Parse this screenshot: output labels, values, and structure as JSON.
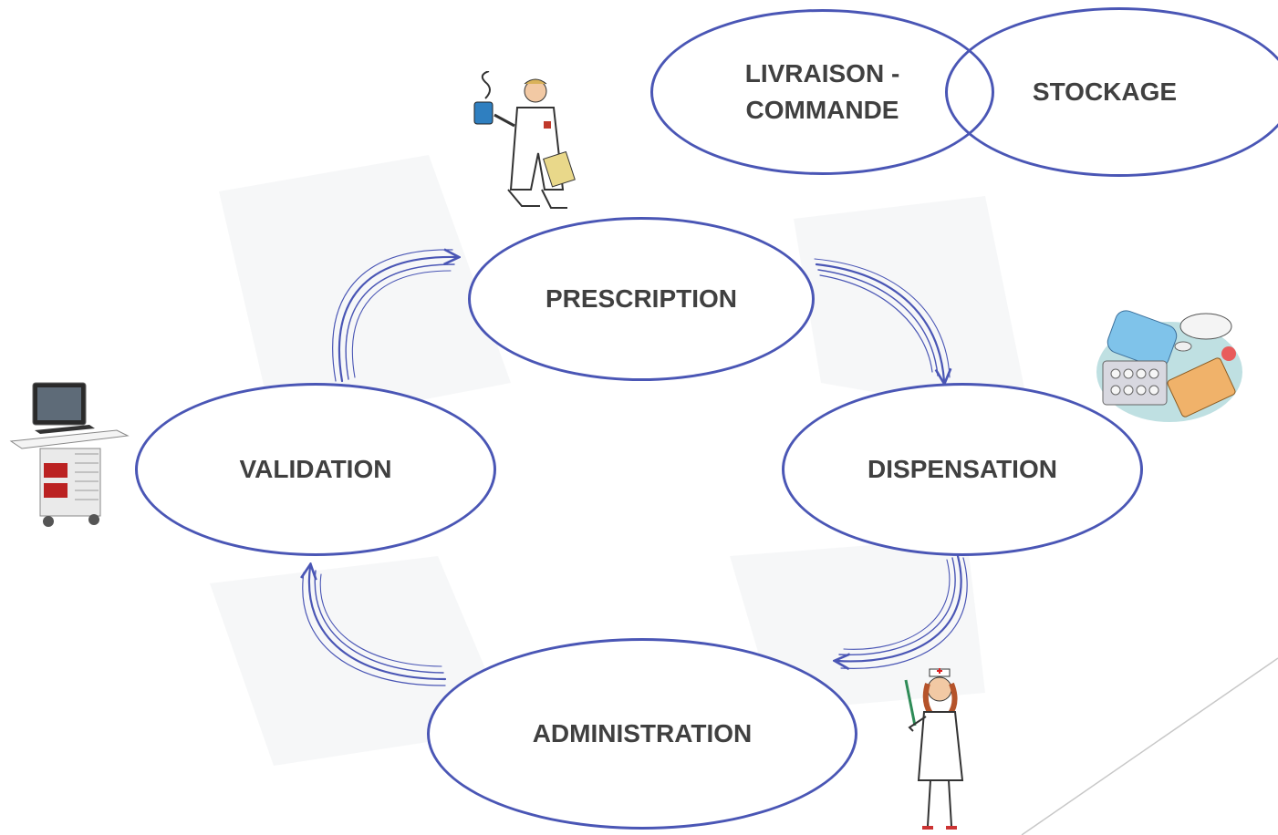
{
  "colors": {
    "ellipse_stroke": "#4a56b5",
    "text": "#404040",
    "arrow": "#4a56b5",
    "paper_shade": "#eef0f2"
  },
  "nodes": {
    "livraison_commande": {
      "line1": "LIVRAISON -",
      "line2": "COMMANDE"
    },
    "stockage": {
      "label": "STOCKAGE"
    },
    "prescription": {
      "label": "PRESCRIPTION"
    },
    "dispensation": {
      "label": "DISPENSATION"
    },
    "administration": {
      "label": "ADMINISTRATION"
    },
    "validation": {
      "label": "VALIDATION"
    }
  },
  "icons": {
    "doctor": "doctor-with-coffee-icon",
    "pills": "medication-pills-icon",
    "nurse": "nurse-with-syringe-icon",
    "cart": "medication-cart-computer-icon"
  }
}
